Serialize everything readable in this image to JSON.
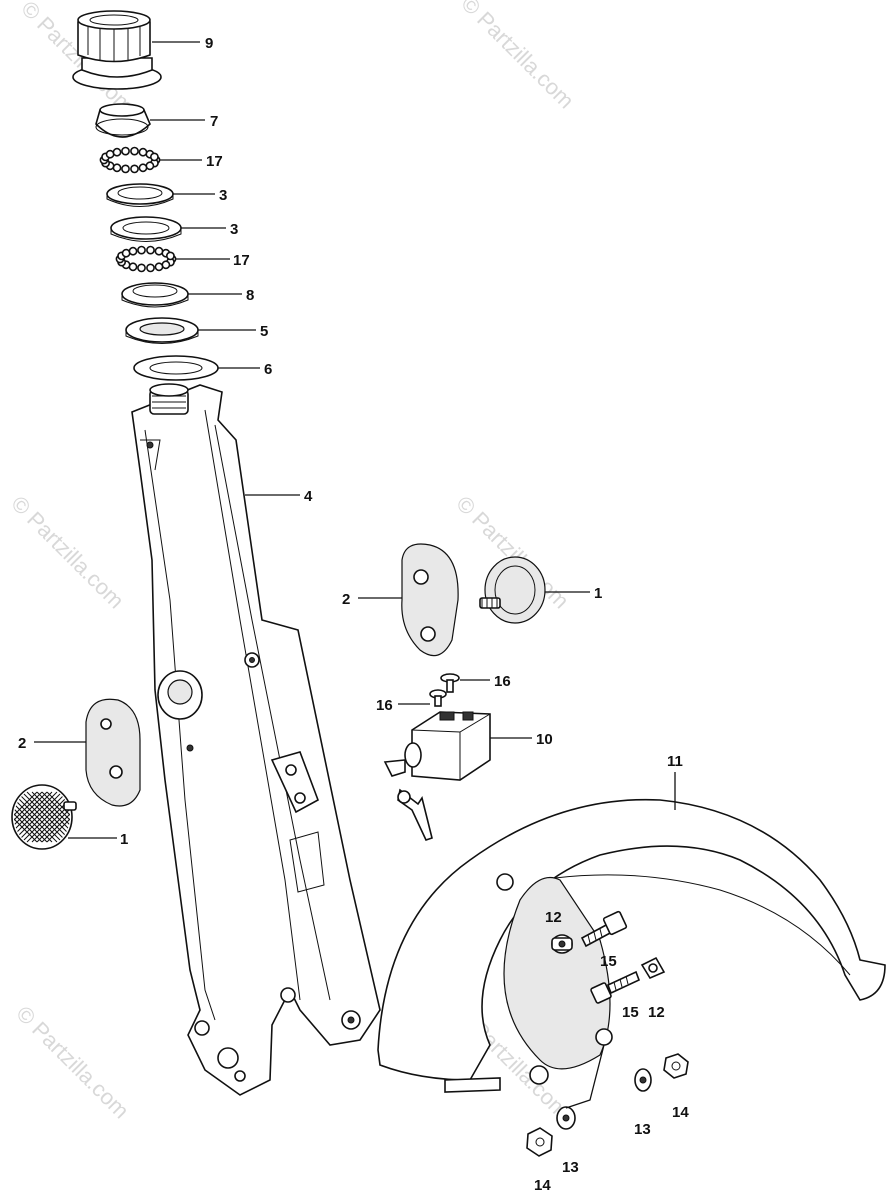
{
  "watermark": "© Partzilla.com",
  "callouts": {
    "p9": "9",
    "p7": "7",
    "p17a": "17",
    "p3a": "3",
    "p3b": "3",
    "p17b": "17",
    "p8": "8",
    "p5": "5",
    "p6": "6",
    "p4": "4",
    "p2r": "2",
    "p1r": "1",
    "p16a": "16",
    "p16b": "16",
    "p10": "10",
    "p2l": "2",
    "p1l": "1",
    "p11": "11",
    "p12a": "12",
    "p15a": "15",
    "p15b": "15",
    "p12b": "12",
    "p14a": "14",
    "p13a": "13",
    "p13b": "13",
    "p14b": "14"
  }
}
